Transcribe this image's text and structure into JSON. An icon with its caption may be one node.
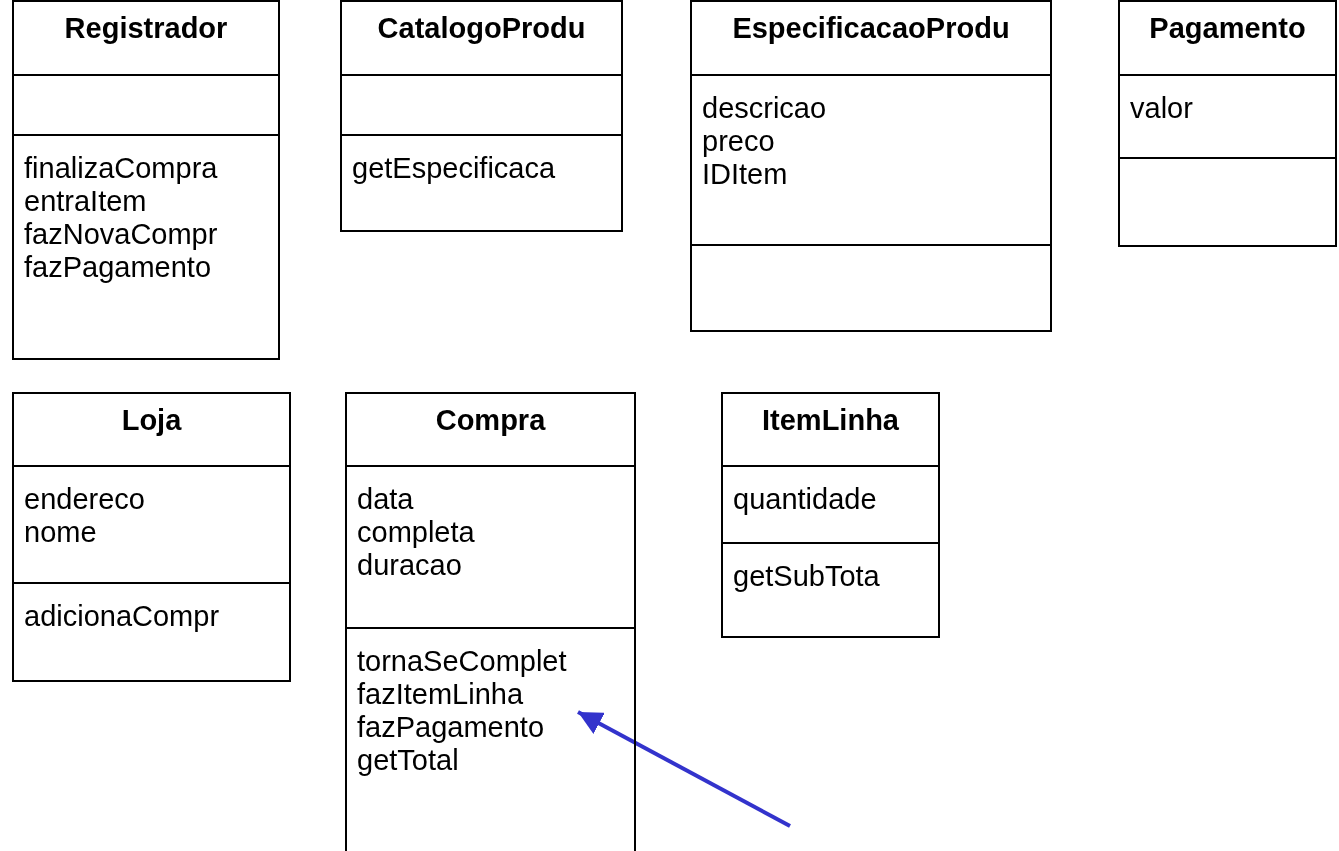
{
  "diagram": {
    "nodes": [
      {
        "text": [
          "Registrador",
          "finalizaCompra",
          "entraItem",
          "fazNovaCompr",
          "fazPagamento"
        ]
      },
      {
        "text": [
          "CatalogoProdu",
          "getEspecificaca"
        ]
      },
      {
        "text": [
          "EspecificacaoProdu",
          "descricao",
          "preco",
          "IDItem"
        ]
      },
      {
        "text": [
          "Pagamento",
          "valor"
        ]
      },
      {
        "text": [
          "Loja",
          "endereco",
          "nome",
          "adicionaCompr"
        ]
      },
      {
        "text": [
          "Compra",
          "data",
          "completa",
          "duracao",
          "tornaSeComplet",
          "fazItemLinha",
          "fazPagamento",
          "getTotal"
        ]
      },
      {
        "text": [
          "ItemLinha",
          "quantidade",
          "getSubTota"
        ]
      }
    ],
    "edges": [
      {
        "from": null,
        "to": 5,
        "arrow": "to",
        "color": "#3333cc"
      }
    ]
  }
}
